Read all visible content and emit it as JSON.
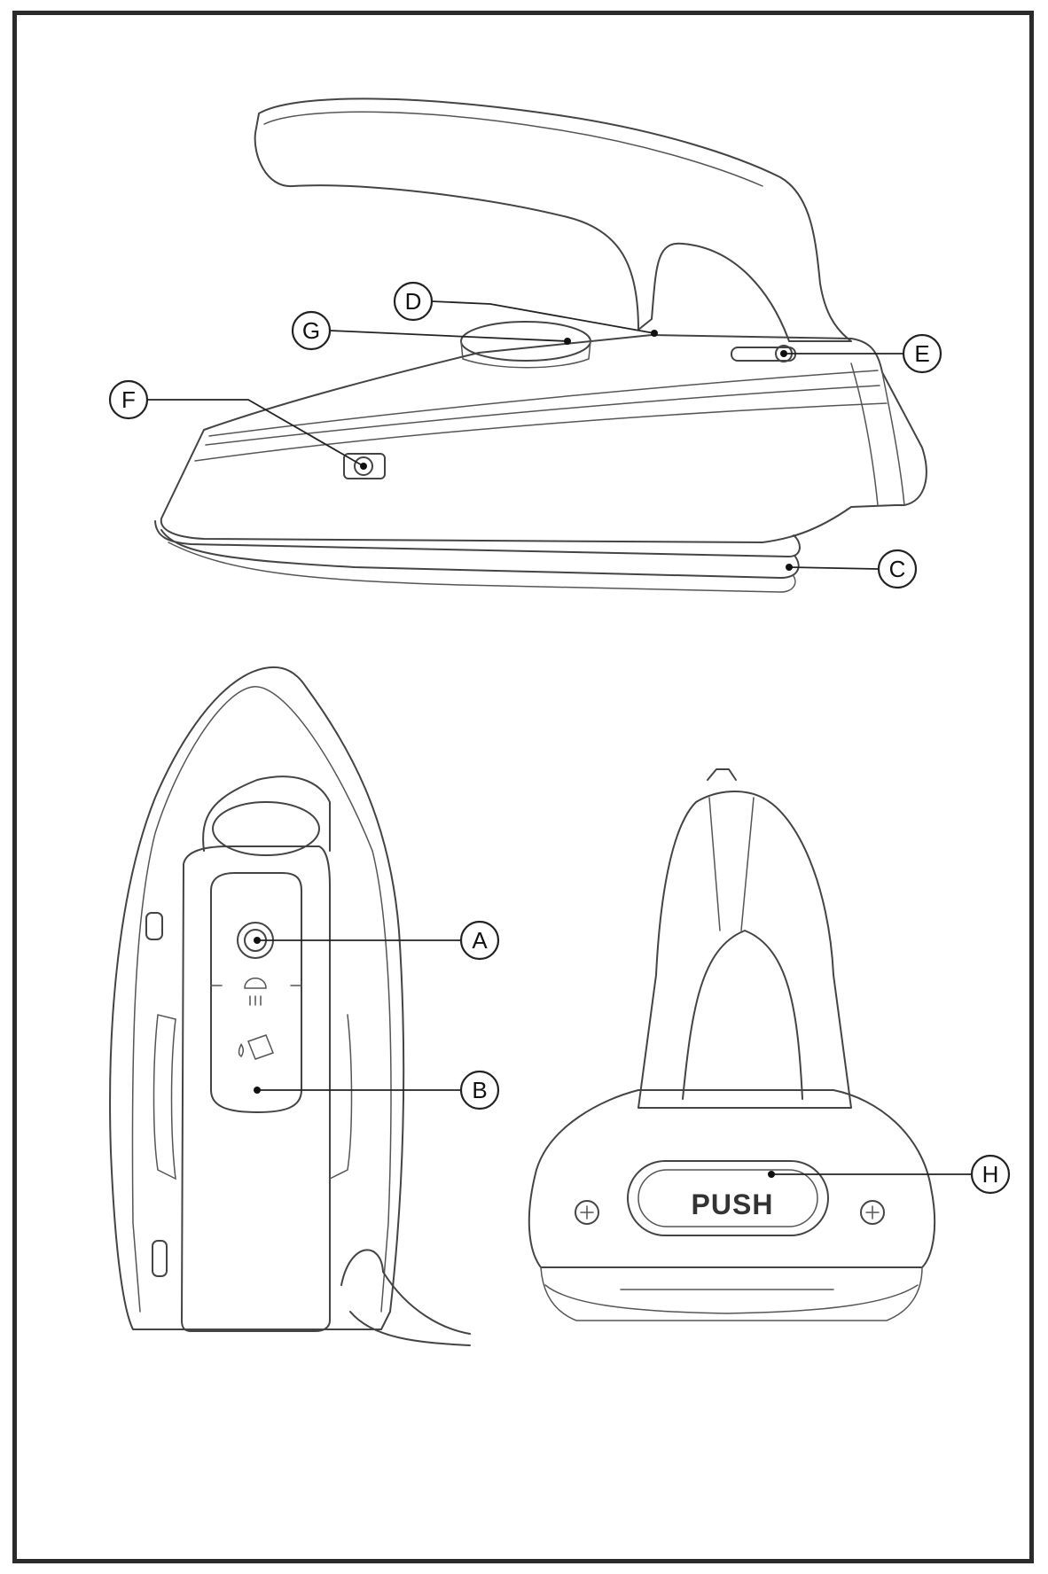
{
  "callouts": [
    {
      "id": "A",
      "label": "A"
    },
    {
      "id": "B",
      "label": "B"
    },
    {
      "id": "C",
      "label": "C"
    },
    {
      "id": "D",
      "label": "D"
    },
    {
      "id": "E",
      "label": "E"
    },
    {
      "id": "F",
      "label": "F"
    },
    {
      "id": "G",
      "label": "G"
    },
    {
      "id": "H",
      "label": "H"
    }
  ],
  "rear_button_text": "PUSH",
  "icons": [
    "steam-icon",
    "water-drop-icon",
    "screw-icon"
  ],
  "colors": {
    "line": "#444444",
    "frame": "#2b2b2b",
    "background": "#ffffff"
  }
}
